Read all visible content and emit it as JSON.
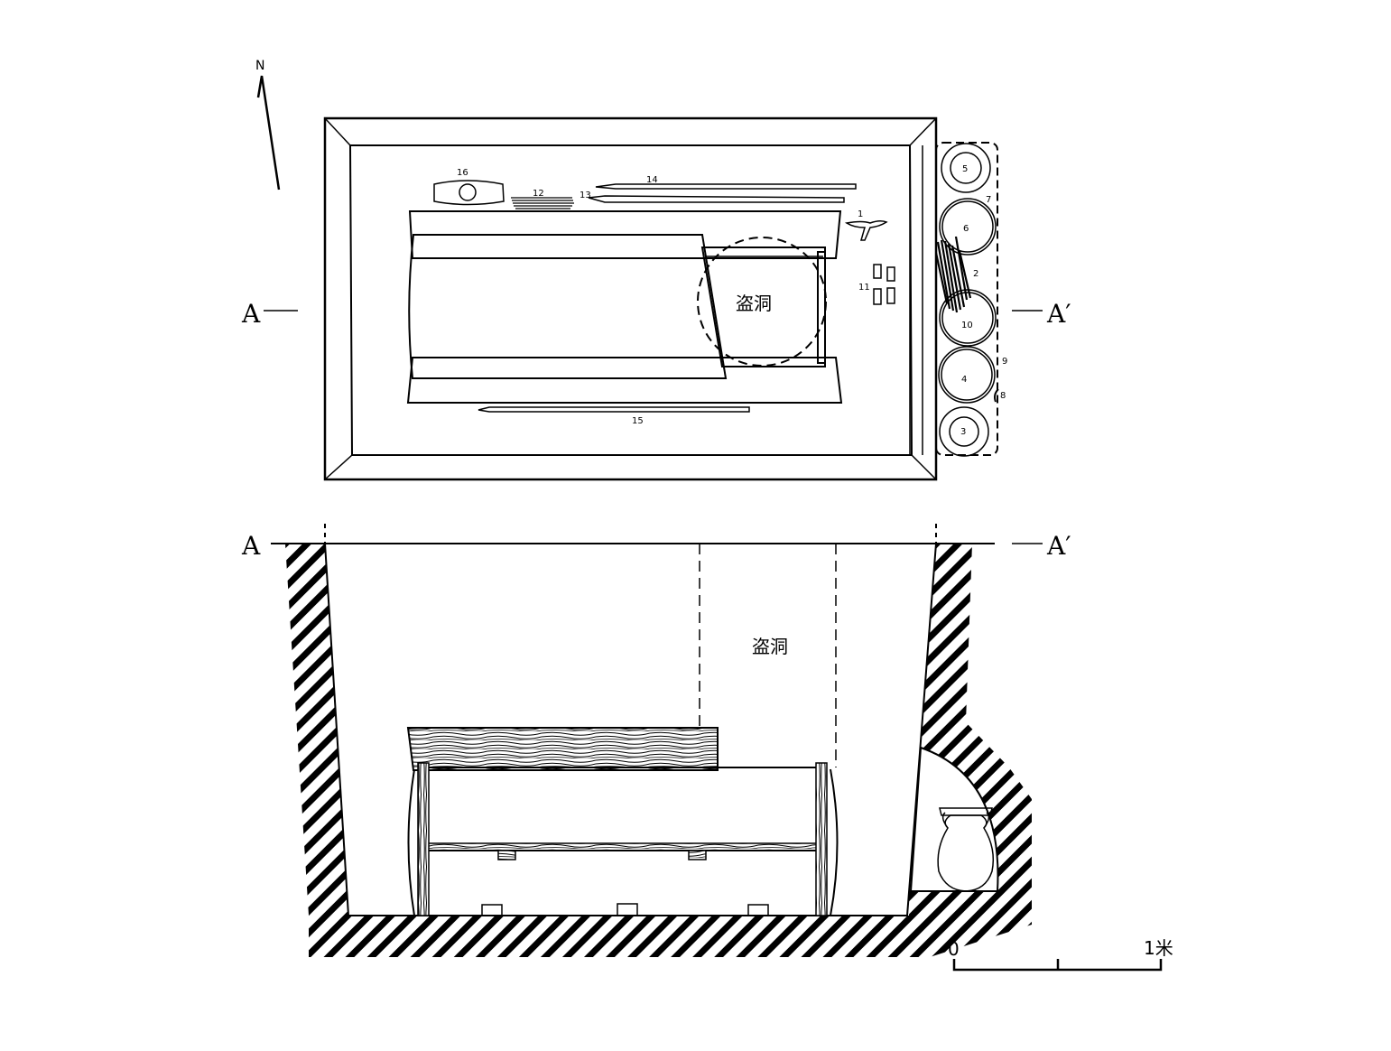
{
  "north_label": "N",
  "section_labels": {
    "plan_left": "A",
    "plan_right": "A′",
    "section_left": "A",
    "section_right": "A′"
  },
  "robbers_hole": {
    "plan_label": "盗洞",
    "section_label": "盗洞"
  },
  "artifact_numbers": {
    "n1": "1",
    "n2": "2",
    "n3": "3",
    "n4": "4",
    "n5": "5",
    "n6": "6",
    "n7": "7",
    "n8": "8",
    "n9": "9",
    "n10": "10",
    "n11": "11",
    "n12": "12",
    "n13": "13",
    "n14": "14",
    "n15": "15",
    "n16": "16"
  },
  "scale_bar": {
    "start_label": "0",
    "end_label": "1米"
  }
}
